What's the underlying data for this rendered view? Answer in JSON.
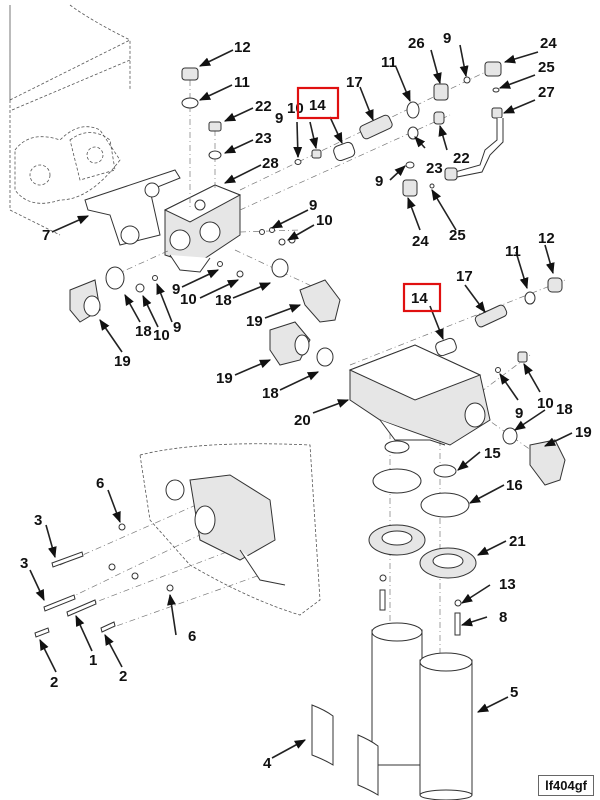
{
  "figure_id": "lf404gf",
  "highlight_color": "#e01010",
  "highlighted_part": "14",
  "callouts": [
    {
      "id": "c12a",
      "text": "12"
    },
    {
      "id": "c11a",
      "text": "11"
    },
    {
      "id": "c22a",
      "text": "22"
    },
    {
      "id": "c23a",
      "text": "23"
    },
    {
      "id": "c28",
      "text": "28"
    },
    {
      "id": "c10a",
      "text": "10"
    },
    {
      "id": "c9a",
      "text": "9"
    },
    {
      "id": "c14a",
      "text": "14"
    },
    {
      "id": "c17a",
      "text": "17"
    },
    {
      "id": "c11b",
      "text": "11"
    },
    {
      "id": "c26",
      "text": "26"
    },
    {
      "id": "c9b",
      "text": "9"
    },
    {
      "id": "c24a",
      "text": "24"
    },
    {
      "id": "c25a",
      "text": "25"
    },
    {
      "id": "c27",
      "text": "27"
    },
    {
      "id": "c22b",
      "text": "22"
    },
    {
      "id": "c23b",
      "text": "23"
    },
    {
      "id": "c9c",
      "text": "9"
    },
    {
      "id": "c24b",
      "text": "24"
    },
    {
      "id": "c25b",
      "text": "25"
    },
    {
      "id": "c7",
      "text": "7"
    },
    {
      "id": "c9d",
      "text": "9"
    },
    {
      "id": "c10b",
      "text": "10"
    },
    {
      "id": "c9e",
      "text": "9"
    },
    {
      "id": "c10c",
      "text": "10"
    },
    {
      "id": "c18a",
      "text": "18"
    },
    {
      "id": "c18b",
      "text": "18"
    },
    {
      "id": "c10d",
      "text": "10"
    },
    {
      "id": "c9f",
      "text": "9"
    },
    {
      "id": "c19a",
      "text": "19"
    },
    {
      "id": "c19b",
      "text": "19"
    },
    {
      "id": "c19c",
      "text": "19"
    },
    {
      "id": "c18c",
      "text": "18"
    },
    {
      "id": "c14b",
      "text": "14"
    },
    {
      "id": "c17b",
      "text": "17"
    },
    {
      "id": "c11c",
      "text": "11"
    },
    {
      "id": "c12b",
      "text": "12"
    },
    {
      "id": "c20",
      "text": "20"
    },
    {
      "id": "c9g",
      "text": "9"
    },
    {
      "id": "c10e",
      "text": "10"
    },
    {
      "id": "c18d",
      "text": "18"
    },
    {
      "id": "c19d",
      "text": "19"
    },
    {
      "id": "c15",
      "text": "15"
    },
    {
      "id": "c16",
      "text": "16"
    },
    {
      "id": "c21",
      "text": "21"
    },
    {
      "id": "c13",
      "text": "13"
    },
    {
      "id": "c8",
      "text": "8"
    },
    {
      "id": "c5",
      "text": "5"
    },
    {
      "id": "c4",
      "text": "4"
    },
    {
      "id": "c6a",
      "text": "6"
    },
    {
      "id": "c6b",
      "text": "6"
    },
    {
      "id": "c3a",
      "text": "3"
    },
    {
      "id": "c3b",
      "text": "3"
    },
    {
      "id": "c1",
      "text": "1"
    },
    {
      "id": "c2a",
      "text": "2"
    },
    {
      "id": "c2b",
      "text": "2"
    }
  ]
}
